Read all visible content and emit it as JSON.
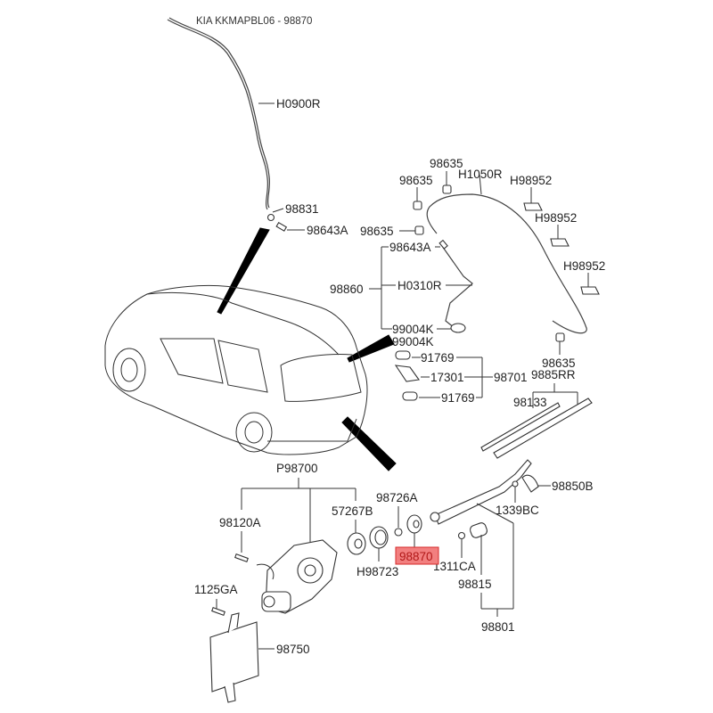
{
  "title": "KIA KKMAPBL06 - 98870",
  "highlight_color": "#f27f7f",
  "highlighted_part": "98870",
  "labels": {
    "h0900r": "H0900R",
    "p98831": "98831",
    "p98643a_top": "98643A",
    "p98635_a": "98635",
    "p98635_b": "98635",
    "p98635_c": "98635",
    "h1050r": "H1050R",
    "h98952_a": "H98952",
    "h98952_b": "H98952",
    "h98952_c": "H98952",
    "p98643a_mid": "98643A",
    "p98860": "98860",
    "h0310r": "H0310R",
    "p99004k_a": "99004K",
    "p99004k_b": "99004K",
    "p91769_a": "91769",
    "p17301": "17301",
    "p91769_b": "91769",
    "p98701": "98701",
    "p98635_d": "98635",
    "p9885rr": "9885RR",
    "p98133": "98133",
    "p98850b": "98850B",
    "p1339bc": "1339BC",
    "p98700": "P98700",
    "p98120a": "98120A",
    "p57267b": "57267B",
    "p98726a": "98726A",
    "p98870": "98870",
    "h98723": "H98723",
    "p1311ca": "1311CA",
    "p98815": "98815",
    "p98801": "98801",
    "p1125ga": "1125GA",
    "p98750": "98750"
  }
}
